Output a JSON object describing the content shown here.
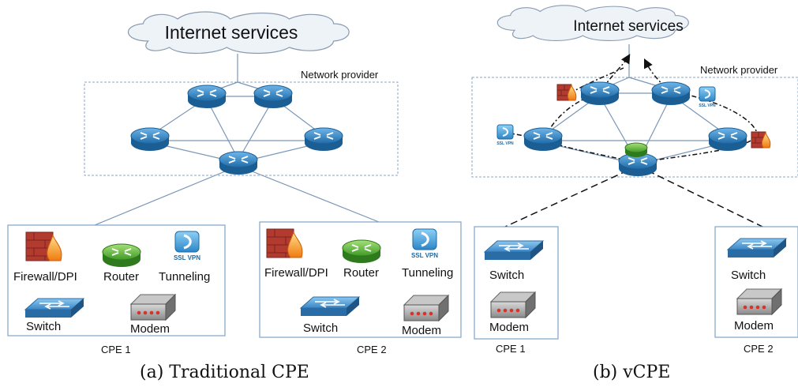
{
  "left": {
    "cloud_label": "Internet services",
    "provider_label": "Network provider",
    "cpe1": {
      "firewall": "Firewall/DPI",
      "router": "Router",
      "tunneling": "Tunneling",
      "switch": "Switch",
      "modem": "Modem",
      "name": "CPE 1"
    },
    "cpe2": {
      "firewall": "Firewall/DPI",
      "router": "Router",
      "tunneling": "Tunneling",
      "switch": "Switch",
      "modem": "Modem",
      "name": "CPE 2"
    },
    "caption": "(a) Traditional CPE"
  },
  "right": {
    "cloud_label": "Internet services",
    "provider_label": "Network provider",
    "cpe1": {
      "switch": "Switch",
      "modem": "Modem",
      "name": "CPE 1"
    },
    "cpe2": {
      "switch": "Switch",
      "modem": "Modem",
      "name": "CPE 2"
    },
    "caption": "(b) vCPE"
  },
  "icons": {
    "vpn_text_top": "SSL VPN"
  },
  "colors": {
    "router_blue": "#2e7fc0",
    "router_green": "#4caf2a",
    "firewall_red": "#b23a2e",
    "box_border": "#7fa3c8",
    "provider_border": "#8aa6c4"
  }
}
